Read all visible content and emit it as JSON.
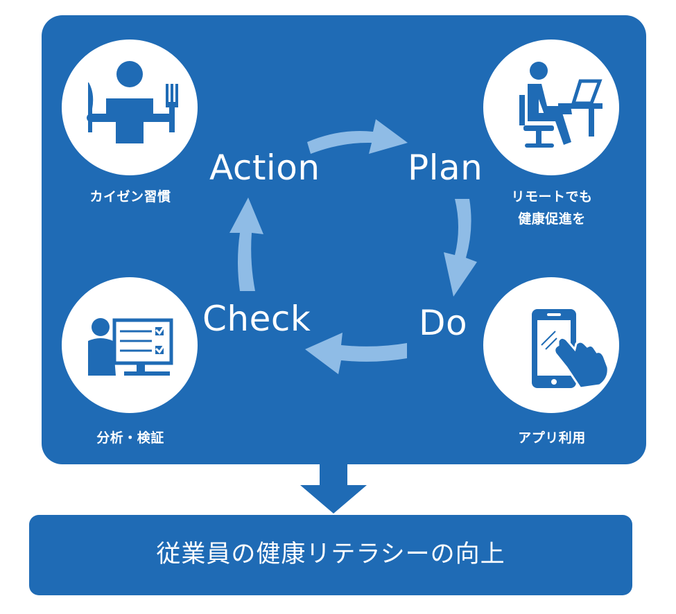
{
  "colors": {
    "panel": "#1f6bb5",
    "icon": "#1f6bb5",
    "cycle_arrow": "#8fbce6",
    "text": "#ffffff"
  },
  "stages": {
    "action": "Action",
    "plan": "Plan",
    "do": "Do",
    "check": "Check"
  },
  "items": {
    "kaizen": {
      "icon": "person-eating-icon",
      "label_1": "カイゼン習慣"
    },
    "remote": {
      "icon": "person-at-laptop-icon",
      "label_1": "リモートでも",
      "label_2": "健康促進を"
    },
    "app": {
      "icon": "smartphone-tap-icon",
      "label_1": "アプリ利用"
    },
    "analysis": {
      "icon": "person-checklist-icon",
      "label_1": "分析・検証"
    }
  },
  "result": {
    "label": "従業員の健康リテラシーの向上"
  }
}
